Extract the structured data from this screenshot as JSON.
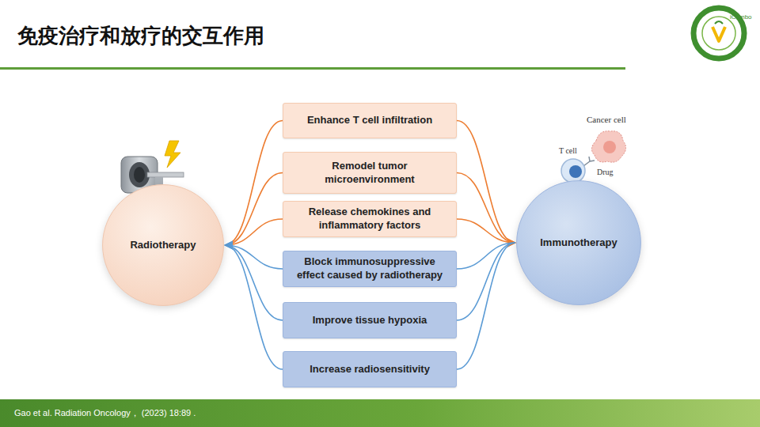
{
  "diagram": {
    "title": "免疫治疗和放疗的交互作用",
    "caption": "Gao et al. Radiation Oncology，  (2023) 18:89 .",
    "nodes": [
      {
        "text": [
          "Radiotherapy"
        ]
      },
      {
        "text": [
          "Enhance T cell infiltration"
        ]
      },
      {
        "text": [
          "Remodel tumor microenvironment"
        ]
      },
      {
        "text": [
          "Release chemokines and inflammatory factors"
        ]
      },
      {
        "text": [
          "Block immunosuppressive effect caused by radiotherapy"
        ]
      },
      {
        "text": [
          "Improve tissue hypoxia"
        ]
      },
      {
        "text": [
          "Increase radiosensitivity"
        ]
      },
      {
        "text": [
          "Immunotherapy"
        ]
      }
    ],
    "edges": [
      {
        "from": 0,
        "to": 1,
        "arrow": "none"
      },
      {
        "from": 1,
        "to": 7,
        "arrow": "to"
      },
      {
        "from": 0,
        "to": 2,
        "arrow": "none"
      },
      {
        "from": 2,
        "to": 7,
        "arrow": "to"
      },
      {
        "from": 0,
        "to": 3,
        "arrow": "none"
      },
      {
        "from": 3,
        "to": 7,
        "arrow": "to"
      },
      {
        "from": 7,
        "to": 4,
        "arrow": "none"
      },
      {
        "from": 4,
        "to": 0,
        "arrow": "to"
      },
      {
        "from": 7,
        "to": 5,
        "arrow": "none"
      },
      {
        "from": 5,
        "to": 0,
        "arrow": "to"
      },
      {
        "from": 7,
        "to": 6,
        "arrow": "none"
      },
      {
        "from": 6,
        "to": 0,
        "arrow": "to"
      }
    ],
    "labels": [
      "Cancer cell",
      "T cell",
      "Drug",
      "iCombo"
    ]
  }
}
